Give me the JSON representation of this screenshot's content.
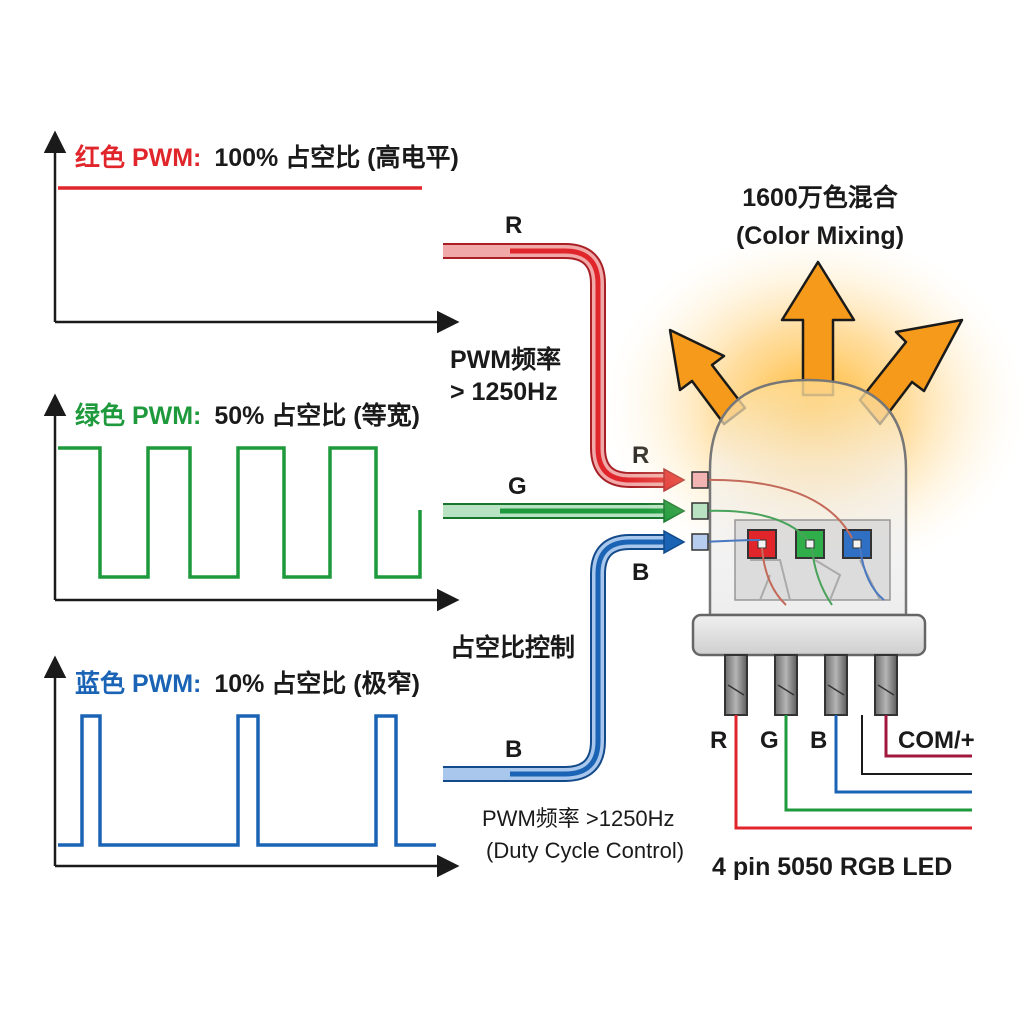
{
  "colors": {
    "red": "#e0262b",
    "green": "#1e9a3c",
    "blue": "#1a63b5",
    "orange": "#f59a1a",
    "com": "#a0183c",
    "dark": "#1a1a1a"
  },
  "waveforms": {
    "red": {
      "name": "红色 PWM:",
      "desc": "100% 占空比 (高电平)",
      "duty": 1.0
    },
    "green": {
      "name": "绿色 PWM:",
      "desc": "50% 占空比 (等宽)",
      "duty": 0.5
    },
    "blue": {
      "name": "蓝色 PWM:",
      "desc": "10% 占空比 (极窄)",
      "duty": 0.1
    }
  },
  "channels": {
    "r_in": "R",
    "g_in": "G",
    "b_in": "B",
    "r_out": "R",
    "b_out": "B"
  },
  "notes": {
    "freq_line1": "PWM频率",
    "freq_line2": "> 1250Hz",
    "duty_control": "占空比控制",
    "freq_bottom": "PWM频率 >1250Hz",
    "duty_bottom_en": "(Duty Cycle Control)"
  },
  "mixing": {
    "line1": "1600万色混合",
    "line2": "(Color Mixing)"
  },
  "pins": {
    "r": "R",
    "g": "G",
    "b": "B",
    "com": "COM/+"
  },
  "led_label": "4 pin 5050 RGB LED"
}
